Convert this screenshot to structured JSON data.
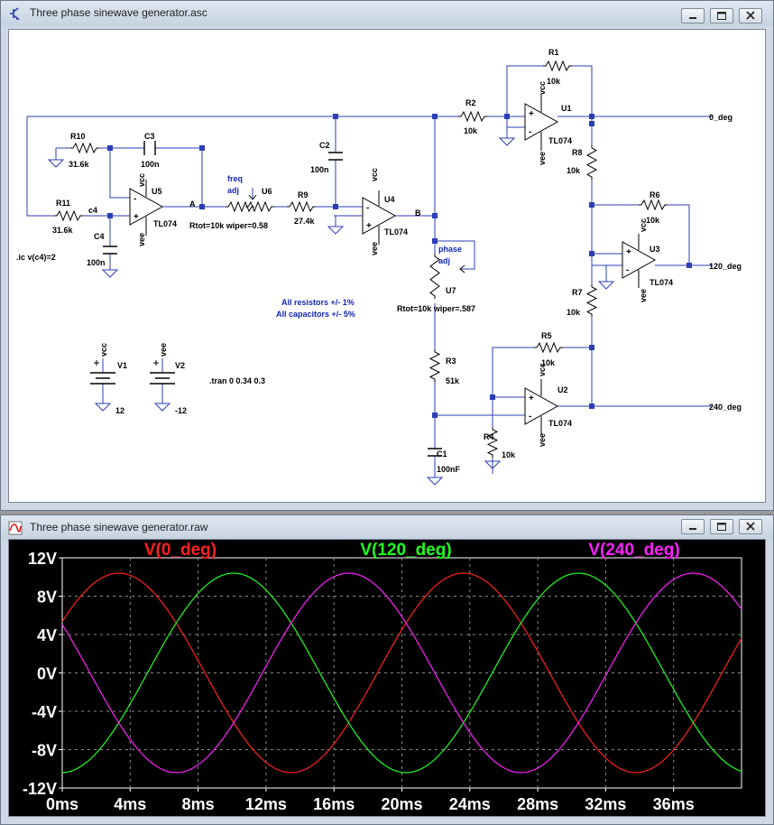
{
  "schematic_window": {
    "title": "Three phase sinewave generator.asc",
    "icon": "schematic-icon",
    "buttons": [
      "minimize-icon",
      "maximize-icon",
      "close-icon"
    ],
    "wire_color": "#2b3fb4",
    "component_color": "#000000",
    "annotation_color": "#1428b4",
    "labels": {
      "r10": "R10",
      "r10_val": "31.6k",
      "r11": "R11",
      "r11_val": "31.6k",
      "c3": "C3",
      "c3_val": "100n",
      "c4": "C4",
      "c4_val": "100n",
      "c2": "C2",
      "c2_val": "100n",
      "c1": "C1",
      "c1_val": "100nF",
      "u5": "U5",
      "u5_model": "TL074",
      "u4": "U4",
      "u4_model": "TL074",
      "u1": "U1",
      "u1_model": "TL074",
      "u2": "U2",
      "u2_model": "TL074",
      "u3": "U3",
      "u3_model": "TL074",
      "u6": "U6",
      "u6_spec": "Rtot=10k wiper=0.58",
      "u7": "U7",
      "u7_spec": "Rtot=10k wiper=.587",
      "r9": "R9",
      "r9_val": "27.4k",
      "r1": "R1",
      "r1_val": "10k",
      "r2": "R2",
      "r2_val": "10k",
      "r3": "R3",
      "r3_val": "51k",
      "r4": "R4",
      "r4_val": "10k",
      "r5": "R5",
      "r5_val": "10k",
      "r6": "R6",
      "r6_val": "10k",
      "r7": "R7",
      "r7_val": "10k",
      "r8": "R8",
      "r8_val": "10k",
      "v1": "V1",
      "v1_val": "12",
      "v2": "V2",
      "v2_val": "-12",
      "vcc": "vcc",
      "vee": "vee",
      "net_a": "A",
      "net_b": "B",
      "net_c4": "c4",
      "out0": "0_deg",
      "out120": "120_deg",
      "out240": "240_deg",
      "freq1": "freq",
      "freq2": "adj",
      "phase1": "phase",
      "phase2": "adj",
      "ic": ".ic v(c4)=2",
      "tran": ".tran 0 0.34 0.3",
      "tol_r": "All resistors +/- 1%",
      "tol_c": "All capacitors +/- 5%",
      "plus": "+",
      "minus": "-"
    }
  },
  "waveform_window": {
    "title": "Three phase sinewave generator.raw",
    "icon": "waveform-icon",
    "buttons": [
      "minimize-icon",
      "maximize-icon",
      "close-icon"
    ],
    "background": "#000000",
    "grid_color": "#8a8a8a",
    "tick_color": "#ffffff"
  },
  "chart_data": {
    "type": "line",
    "x_unit": "ms",
    "xlim": [
      0,
      40
    ],
    "ylim": [
      -12,
      12
    ],
    "x_tick_labels": [
      "0ms",
      "4ms",
      "8ms",
      "12ms",
      "16ms",
      "20ms",
      "24ms",
      "28ms",
      "32ms",
      "36ms"
    ],
    "x_tick_values": [
      0,
      4,
      8,
      12,
      16,
      20,
      24,
      28,
      32,
      36
    ],
    "y_tick_labels": [
      "12V",
      "8V",
      "4V",
      "0V",
      "-4V",
      "-8V",
      "-12V"
    ],
    "y_tick_values": [
      12,
      8,
      4,
      0,
      -4,
      -8,
      -12
    ],
    "grid": true,
    "legend_placement": "top",
    "series": [
      {
        "name": "V(0_deg)",
        "color": "#ff2020",
        "amplitude": 10.4,
        "period_ms": 20.3,
        "phase_deg": 31
      },
      {
        "name": "V(120_deg)",
        "color": "#20ff20",
        "amplitude": 10.4,
        "period_ms": 20.3,
        "phase_deg": 271
      },
      {
        "name": "V(240_deg)",
        "color": "#ff20ff",
        "amplitude": 10.4,
        "period_ms": 20.3,
        "phase_deg": 151
      }
    ]
  }
}
